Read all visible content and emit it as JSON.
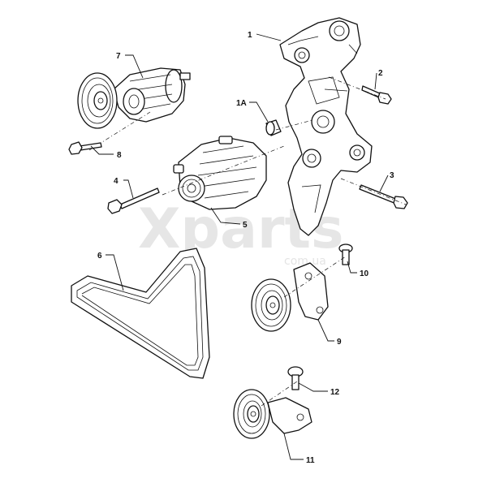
{
  "watermark": {
    "brand": "Xparts",
    "domain": "com.ua",
    "color": "#e6e6e6"
  },
  "line_color": "#111111",
  "callouts": [
    {
      "id": "part-1",
      "label": "1"
    },
    {
      "id": "part-1a",
      "label": "1A"
    },
    {
      "id": "part-2",
      "label": "2"
    },
    {
      "id": "part-3",
      "label": "3"
    },
    {
      "id": "part-4",
      "label": "4"
    },
    {
      "id": "part-5",
      "label": "5"
    },
    {
      "id": "part-6",
      "label": "6"
    },
    {
      "id": "part-7",
      "label": "7"
    },
    {
      "id": "part-8",
      "label": "8"
    },
    {
      "id": "part-9",
      "label": "9"
    },
    {
      "id": "part-10",
      "label": "10"
    },
    {
      "id": "part-11",
      "label": "11"
    },
    {
      "id": "part-12",
      "label": "12"
    }
  ]
}
